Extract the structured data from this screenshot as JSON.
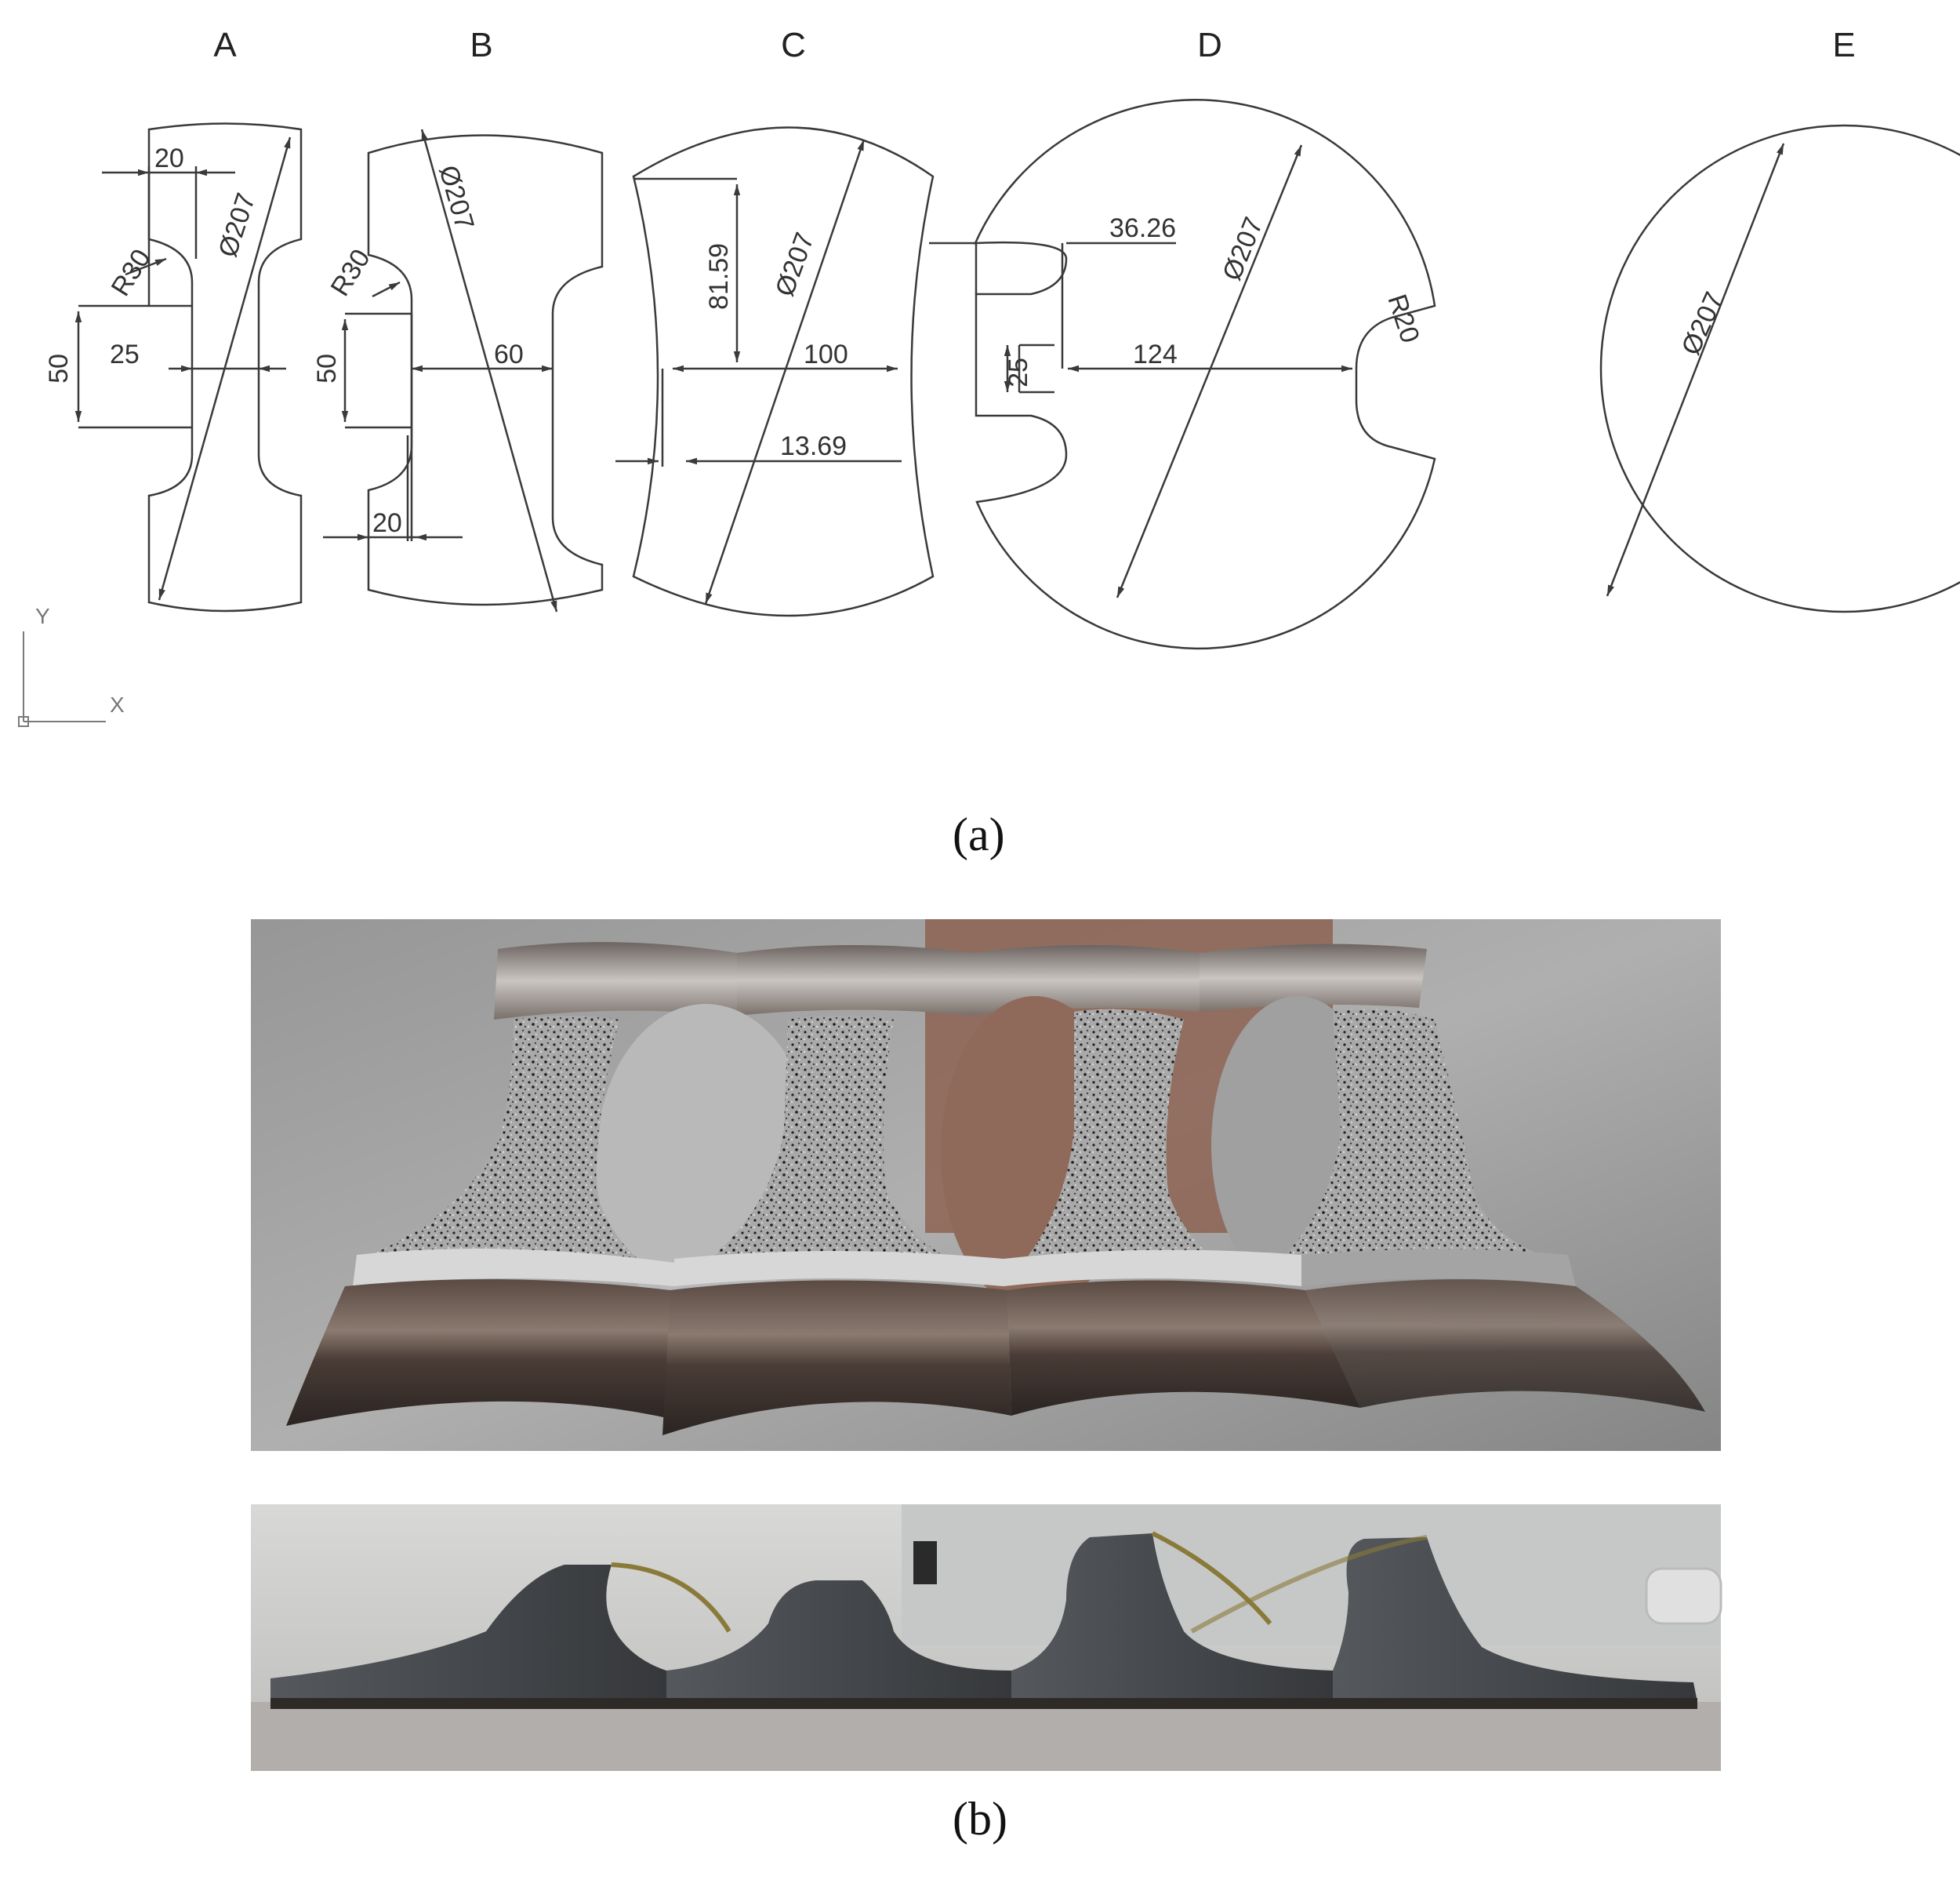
{
  "specimens": [
    {
      "letter": "A",
      "diameter": "Ø207",
      "radius": "R30",
      "dims": [
        "20",
        "25",
        "50"
      ]
    },
    {
      "letter": "B",
      "diameter": "Ø207",
      "radius": "R30",
      "dims": [
        "60",
        "50",
        "20"
      ]
    },
    {
      "letter": "C",
      "diameter": "Ø207",
      "dims": [
        "81.59",
        "100",
        "13.69"
      ]
    },
    {
      "letter": "D",
      "diameter": "Ø207",
      "radius": "R20",
      "dims": [
        "36.26",
        "124",
        "25"
      ]
    },
    {
      "letter": "E",
      "diameter": "Ø207"
    }
  ],
  "axes": {
    "y": "Y",
    "x": "X"
  },
  "captions": {
    "a": "(a)",
    "b": "(b)"
  },
  "colors": {
    "line": "#3a3a3a",
    "metal": "#8e8e8e",
    "foam": "#9a9a9a",
    "dark": "#2e2a28",
    "copper": "#8a5a48"
  }
}
